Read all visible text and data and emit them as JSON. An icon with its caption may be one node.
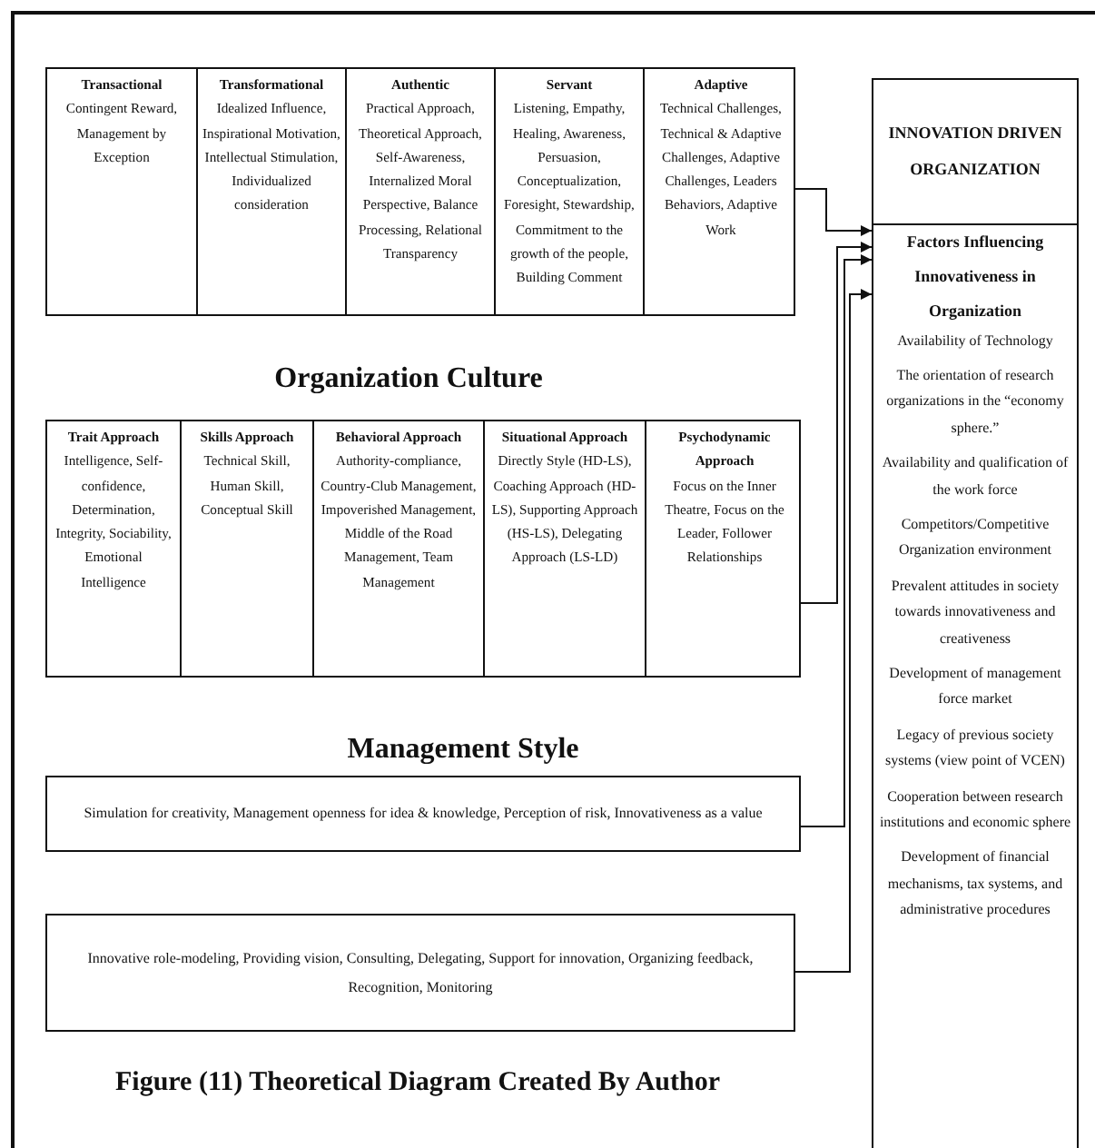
{
  "diagram": {
    "caption": "Figure (11) Theoretical Diagram Created By Author",
    "nodes": [
      {
        "text": [],
        "shape": "box"
      },
      {
        "text": [
          "Transactional",
          "Contingent Reward, Management by Exception"
        ],
        "in": 0
      },
      {
        "text": [
          "Transformational",
          "Idealized Influence, Inspirational Motivation, Intellectual Stimulation, Individualized consideration"
        ],
        "in": 0
      },
      {
        "text": [
          "Authentic",
          "Practical Approach, Theoretical Approach, Self-Awareness, Internalized Moral Perspective, Balance Processing, Relational Transparency"
        ],
        "in": 0
      },
      {
        "text": [
          "Servant",
          "Listening, Empathy, Healing, Awareness, Persuasion, Conceptualization, Foresight, Stewardship, Commitment to the growth of the people, Building Comment"
        ],
        "in": 0
      },
      {
        "text": [
          "Adaptive",
          "Technical Challenges, Technical & Adaptive Challenges, Adaptive Challenges, Leaders Behaviors, Adaptive Work"
        ],
        "in": 0
      },
      {
        "text": [],
        "shape": "box"
      },
      {
        "text": [
          "Trait Approach",
          "Intelligence, Self-confidence, Determination, Integrity, Sociability, Emotional Intelligence"
        ],
        "in": 6
      },
      {
        "text": [
          "Skills Approach",
          "Technical Skill, Human Skill, Conceptual Skill"
        ],
        "in": 6
      },
      {
        "text": [
          "Behavioral Approach",
          "Authority-compliance, Country-Club Management, Impoverished Management, Middle of the Road Management, Team Management"
        ],
        "in": 6
      },
      {
        "text": [
          "Situational Approach",
          "Directly Style (HD-LS), Coaching Approach (HD-LS), Supporting Approach (HS-LS), Delegating Approach (LS-LD)"
        ],
        "in": 6
      },
      {
        "text": [
          "Psychodynamic Approach",
          "Focus on the Inner Theatre, Focus on the Leader, Follower Relationships"
        ],
        "in": 6
      },
      {
        "text": [
          "Simulation for creativity, Management openness for idea & knowledge, Perception of risk, Innovativeness as a value"
        ]
      },
      {
        "text": [
          "Innovative role-modeling, Providing vision, Consulting, Delegating, Support for innovation, Organizing feedback, Recognition, Monitoring"
        ]
      },
      {
        "text": [
          "INNOVATION DRIVEN ORGANIZATION"
        ]
      },
      {
        "text": [
          "Factors Influencing Innovativeness in Organization",
          "Availability of Technology",
          "The orientation of research organizations in the “economy sphere.”",
          "Availability and qualification of the work force",
          "Competitors/Competitive Organization environment",
          "Prevalent attitudes in society towards innovativeness and creativeness",
          "Development of management force market",
          "Legacy of previous society systems (view point of VCEN)",
          "Cooperation between research institutions and economic sphere",
          "Development of financial mechanisms, tax systems, and administrative procedures"
        ]
      }
    ],
    "edges": [
      {
        "from": 0,
        "to": 15,
        "arrow": "to"
      },
      {
        "from": 6,
        "to": 15,
        "arrow": "to"
      },
      {
        "from": 12,
        "to": 15,
        "arrow": "to"
      },
      {
        "from": 13,
        "to": 15,
        "arrow": "to"
      }
    ],
    "labels": [
      "Organization Culture",
      "Management Style"
    ]
  }
}
